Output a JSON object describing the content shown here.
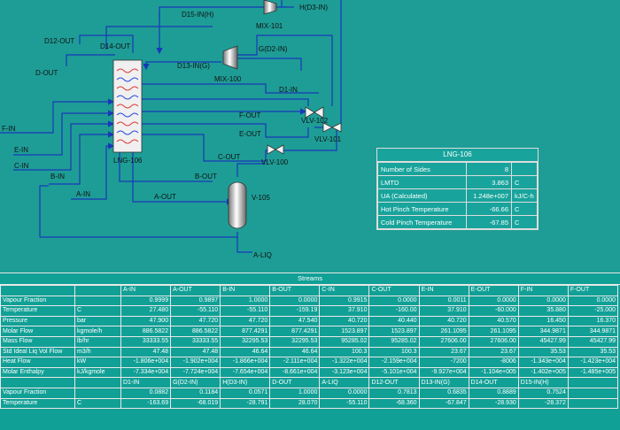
{
  "flowsheet": {
    "streams": {
      "d15_in_h": "D15-IN(H)",
      "h_d3_in": "H(D3-IN)",
      "d12_out": "D12-OUT",
      "d14_out": "D14-OUT",
      "d_out": "D-OUT",
      "d13_in_g": "D13-IN(G)",
      "g_d2_in": "G(D2-IN)",
      "d1_in": "D1-IN",
      "f_out": "F-OUT",
      "e_out": "E-OUT",
      "c_out": "C-OUT",
      "f_in": "F-IN",
      "e_in": "E-IN",
      "c_in": "C-IN",
      "b_in": "B-IN",
      "a_in": "A-IN",
      "a_out": "A-OUT",
      "b_out": "B-OUT",
      "a_liq": "A-LIQ"
    },
    "units": {
      "mix101": "MIX-101",
      "mix100": "MIX-100",
      "lng106": "LNG-106",
      "vlv102": "VLV-102",
      "vlv101": "VLV-101",
      "vlv100": "VLV-100",
      "v105": "V-105"
    }
  },
  "lng_panel": {
    "title": "LNG-106",
    "rows": [
      {
        "label": "Number of Sides",
        "value": "8",
        "unit": ""
      },
      {
        "label": "LMTD",
        "value": "3.863",
        "unit": "C"
      },
      {
        "label": "UA (Calculated)",
        "value": "1.248e+007",
        "unit": "kJ/C-h"
      },
      {
        "label": "Hot Pinch Temperature",
        "value": "-66.66",
        "unit": "C"
      },
      {
        "label": "Cold Pinch Temperature",
        "value": "-67.85",
        "unit": "C"
      }
    ]
  },
  "streams_table": {
    "title": "Streams",
    "header1": [
      "",
      "",
      "A-IN",
      "A-OUT",
      "B-IN",
      "B-OUT",
      "C-IN",
      "C-OUT",
      "E-IN",
      "E-OUT",
      "F-IN",
      "F-OUT"
    ],
    "rows1": [
      [
        "Vapour Fraction",
        "",
        "0.9999",
        "0.9897",
        "1.0000",
        "0.0000",
        "0.9915",
        "0.0000",
        "0.0011",
        "0.0000",
        "0.0000",
        "0.0000"
      ],
      [
        "Temperature",
        "C",
        "27.480",
        "-55.110",
        "-55.110",
        "-159.19",
        "37.910",
        "-160.00",
        "37.910",
        "-60.000",
        "35.880",
        "-25.000"
      ],
      [
        "Pressure",
        "bar",
        "47.900",
        "47.720",
        "47.720",
        "47.540",
        "40.720",
        "40.440",
        "40.720",
        "40.570",
        "16.450",
        "16.370"
      ],
      [
        "Molar Flow",
        "kgmole/h",
        "886.5822",
        "886.5822",
        "877.4291",
        "877.4291",
        "1523.897",
        "1523.897",
        "261.1095",
        "261.1095",
        "344.9871",
        "344.9871"
      ],
      [
        "Mass Flow",
        "lb/hr",
        "33333.55",
        "33333.55",
        "32295.53",
        "32295.53",
        "95285.02",
        "95285.02",
        "27606.00",
        "27606.00",
        "45427.99",
        "45427.99"
      ],
      [
        "Std Ideal Liq Vol Flow",
        "m3/h",
        "47.48",
        "47.48",
        "46.64",
        "46.64",
        "100.3",
        "100.3",
        "23.67",
        "23.67",
        "35.53",
        "35.53"
      ],
      [
        "Heat Flow",
        "kW",
        "-1.806e+004",
        "-1.902e+004",
        "-1.866e+004",
        "-2.111e+004",
        "-1.322e+004",
        "-2.159e+004",
        "-7200",
        "-8006",
        "-1.343e+004",
        "-1.423e+004"
      ],
      [
        "Molar Enthalpy",
        "kJ/kgmole",
        "-7.334e+004",
        "-7.724e+004",
        "-7.654e+004",
        "-8.661e+004",
        "-3.123e+004",
        "-5.101e+004",
        "-9.927e+004",
        "-1.104e+005",
        "-1.402e+005",
        "-1.485e+005"
      ]
    ],
    "header2": [
      "",
      "",
      "D1-IN",
      "G(D2-IN)",
      "H(D3-IN)",
      "D-OUT",
      "A-LIQ",
      "D12-OUT",
      "D13-IN(G)",
      "D14-OUT",
      "D15-IN(H)",
      ""
    ],
    "rows2": [
      [
        "Vapour Fraction",
        "",
        "0.0882",
        "0.1184",
        "0.0571",
        "1.0000",
        "0.0000",
        "0.7813",
        "0.6835",
        "0.8889",
        "0.7524",
        ""
      ],
      [
        "Temperature",
        "C",
        "-163.69",
        "-68.019",
        "-28.791",
        "28.070",
        "-55.110",
        "-68.360",
        "-67.847",
        "-28.930",
        "-28.372",
        ""
      ]
    ]
  }
}
